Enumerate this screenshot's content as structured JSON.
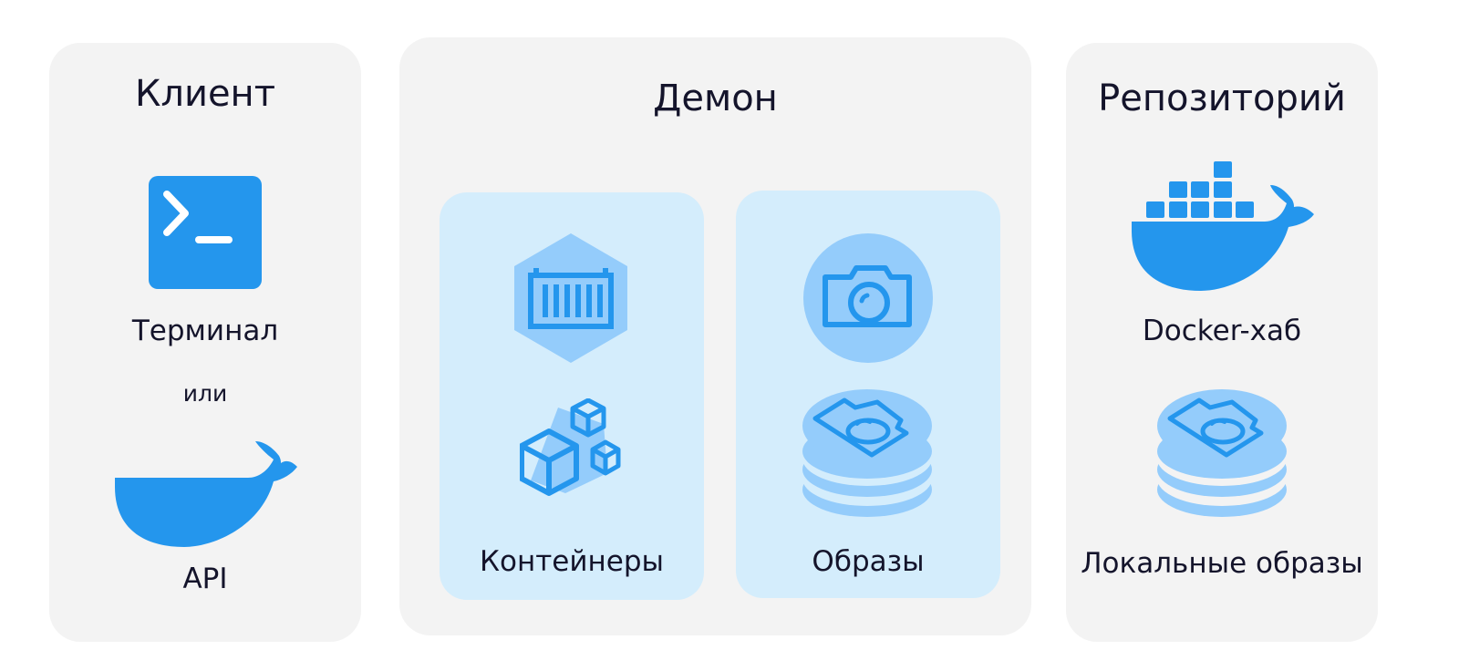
{
  "client": {
    "title": "Клиент",
    "terminal_label": "Терминал",
    "or_label": "или",
    "api_label": "API"
  },
  "daemon": {
    "title": "Демон",
    "containers_label": "Контейнеры",
    "images_label": "Образы"
  },
  "repository": {
    "title": "Репозиторий",
    "hub_label": "Docker-хаб",
    "local_label": "Локальные образы"
  },
  "colors": {
    "panel_bg": "#f3f3f3",
    "sub_panel_bg": "#d4edfc",
    "primary_blue": "#2496ed",
    "light_blue": "#94ccfb",
    "text": "#14142b"
  }
}
